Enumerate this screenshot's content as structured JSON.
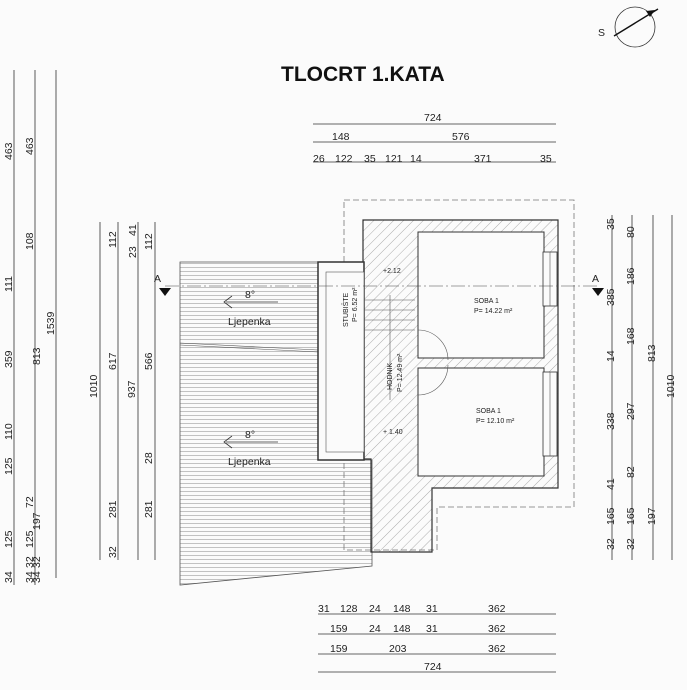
{
  "title": "TLOCRT 1.KATA",
  "north_label": "S",
  "section_marks": {
    "left": "A",
    "right": "A"
  },
  "rooms": {
    "stubiste": {
      "name": "STUBIŠTE",
      "area": "P= 6.52 m²"
    },
    "hodnik": {
      "name": "HODNIK",
      "area": "P= 12.49 m²"
    },
    "soba_top": {
      "name": "SOBA 1",
      "area": "P= 14.22 m²"
    },
    "soba_bottom": {
      "name": "SOBA 1",
      "area": "P= 12.10 m²"
    }
  },
  "levels": {
    "upper": "+2.12",
    "lower": "+ 1.40"
  },
  "slopes": [
    {
      "angle": "8°",
      "label": "Ljepenka"
    },
    {
      "angle": "8°",
      "label": "Ljepenka"
    }
  ],
  "top_dims": {
    "total": "724",
    "row2": [
      "148",
      "576"
    ],
    "row3": [
      "26",
      "122",
      "35",
      "121",
      "14",
      "371",
      "35"
    ]
  },
  "bottom_dims": {
    "row1": [
      "31",
      "128",
      "24",
      "148",
      "31",
      "362"
    ],
    "row2": [
      "159",
      "24",
      "148",
      "31",
      "362"
    ],
    "row3": [
      "159",
      "203",
      "362"
    ],
    "total": "724"
  },
  "left_dims": {
    "col1": [
      "463",
      "111",
      "359",
      "110",
      "125",
      "125",
      "34"
    ],
    "col2": [
      "463",
      "108",
      "125",
      "72",
      "32",
      "34"
    ],
    "col3": [
      "1539"
    ],
    "col4": [
      "813",
      "197",
      "32",
      "34"
    ],
    "col5": [
      "1010"
    ],
    "col6": [
      "112",
      "617",
      "281",
      "32"
    ],
    "col7": [
      "937"
    ],
    "col8": [
      "41",
      "23",
      "566",
      "28",
      "281"
    ],
    "col9": [
      "112"
    ]
  },
  "right_dims": {
    "col1": [
      "35",
      "385",
      "14",
      "338",
      "41",
      "165",
      "32"
    ],
    "col2": [
      "80",
      "186",
      "168",
      "297",
      "82",
      "165",
      "32"
    ],
    "col3": [
      "813",
      "197"
    ],
    "col4": [
      "1010"
    ]
  }
}
